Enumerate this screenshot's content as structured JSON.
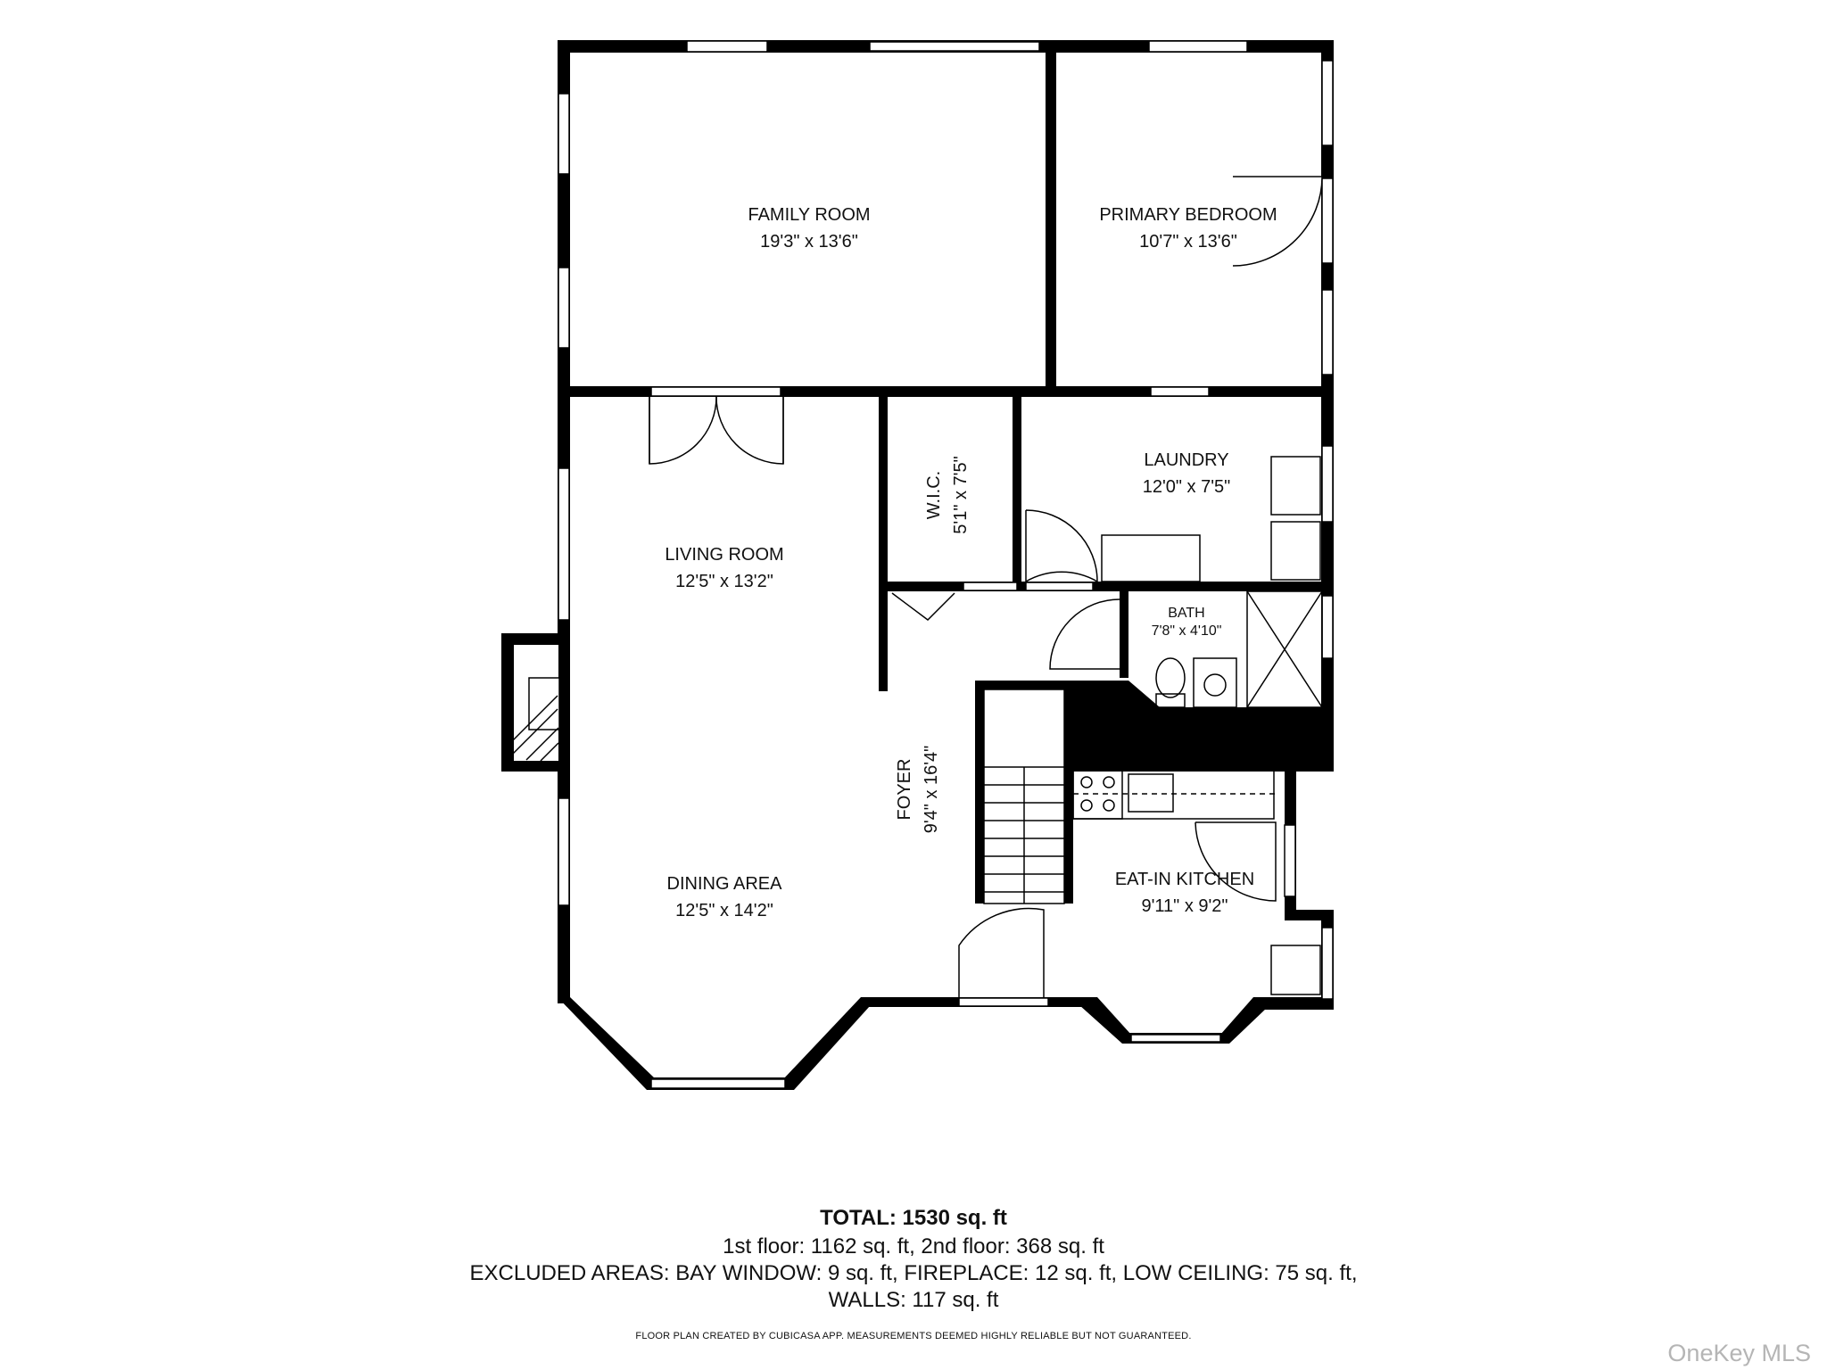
{
  "rooms": {
    "family_room": {
      "name": "FAMILY ROOM",
      "dims": "19'3\" x 13'6\""
    },
    "primary_bedroom": {
      "name": "PRIMARY BEDROOM",
      "dims": "10'7\" x 13'6\""
    },
    "living_room": {
      "name": "LIVING ROOM",
      "dims": "12'5\" x 13'2\""
    },
    "wic": {
      "name": "W.I.C.",
      "dims": "5'1\" x 7'5\""
    },
    "laundry": {
      "name": "LAUNDRY",
      "dims": "12'0\" x 7'5\""
    },
    "bath": {
      "name": "BATH",
      "dims": "7'8\" x 4'10\""
    },
    "foyer": {
      "name": "FOYER",
      "dims": "9'4\" x 16'4\""
    },
    "dining_area": {
      "name": "DINING AREA",
      "dims": "12'5\" x 14'2\""
    },
    "kitchen": {
      "name": "EAT-IN KITCHEN",
      "dims": "9'11\" x 9'2\""
    }
  },
  "summary": {
    "total": "TOTAL: 1530 sq. ft",
    "floors": "1st floor: 1162 sq. ft, 2nd floor: 368 sq. ft",
    "excluded": "EXCLUDED AREAS: BAY WINDOW: 9 sq. ft, FIREPLACE: 12 sq. ft, LOW CEILING: 75 sq. ft,",
    "walls": "WALLS: 117 sq. ft",
    "disclaimer": "FLOOR PLAN CREATED BY CUBICASA APP. MEASUREMENTS DEEMED HIGHLY RELIABLE BUT NOT GUARANTEED."
  },
  "branding": {
    "watermark": "OneKey MLS"
  },
  "colors": {
    "wall": "#000000",
    "window": "#ffffff",
    "hatch": "#000000"
  }
}
